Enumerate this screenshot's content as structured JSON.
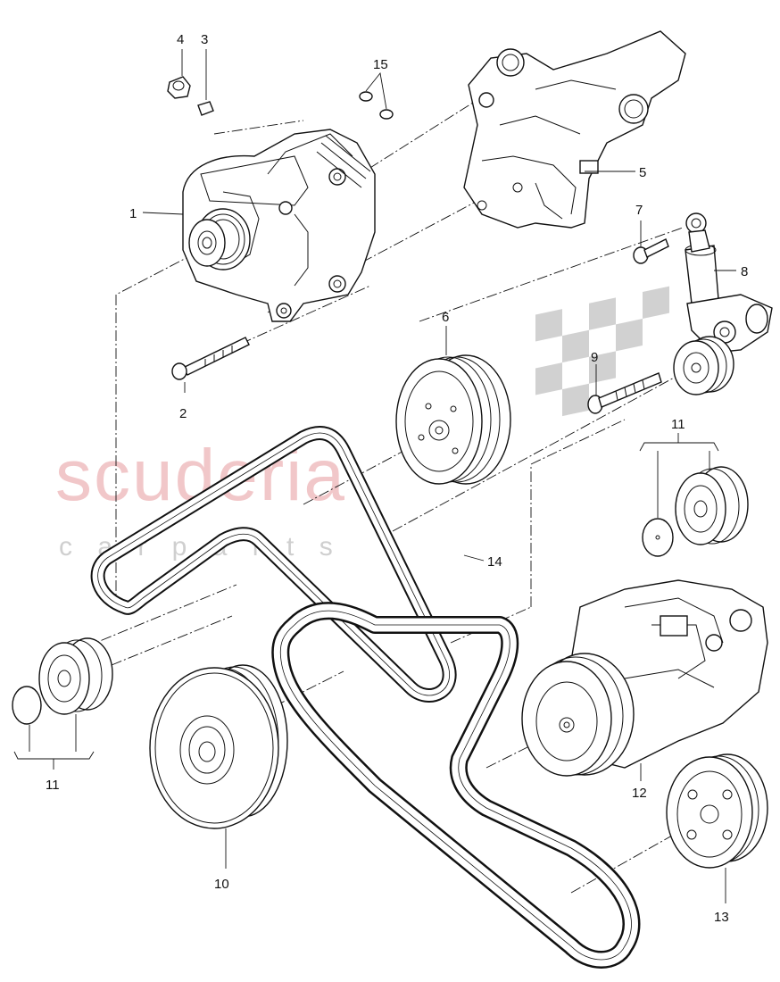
{
  "watermark": {
    "brand": "scuderia",
    "sub": "c a r   p a r t s",
    "color": "#e79a9d"
  },
  "callouts": {
    "c1": "1",
    "c2": "2",
    "c3": "3",
    "c4": "4",
    "c5": "5",
    "c6": "6",
    "c7": "7",
    "c8": "8",
    "c9": "9",
    "c10": "10",
    "c11a": "11",
    "c11b": "11",
    "c12": "12",
    "c13": "13",
    "c14": "14",
    "c15": "15"
  }
}
